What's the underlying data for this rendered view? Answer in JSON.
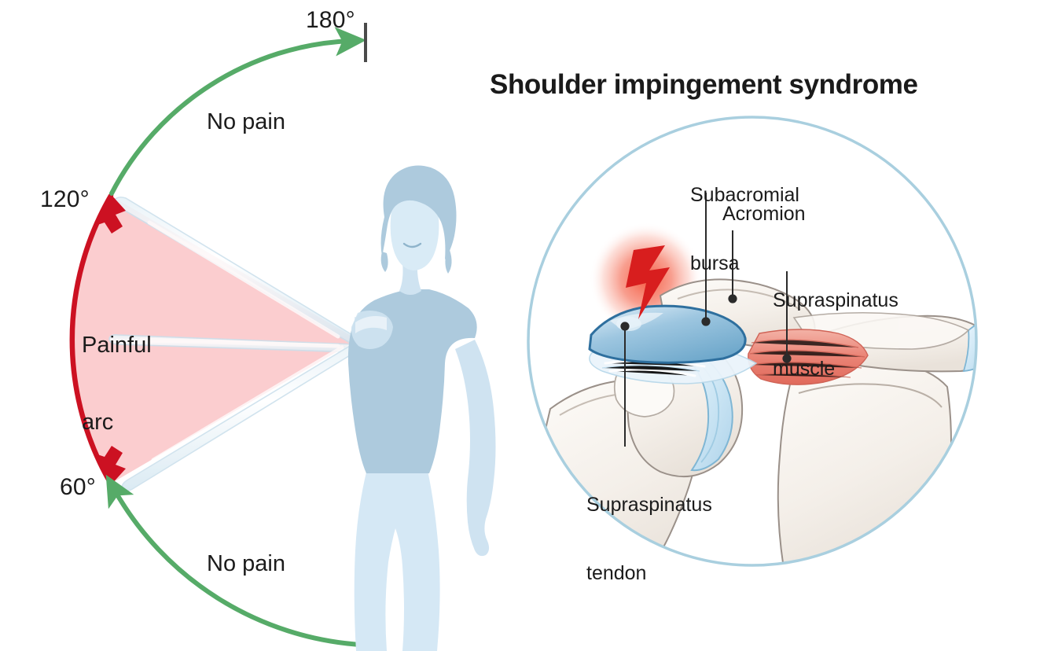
{
  "figure": {
    "title": "Shoulder impingement syndrome",
    "background_color": "#ffffff"
  },
  "arc_diagram": {
    "name": "painful-arc-range-of-motion",
    "degree_marks": [
      {
        "id": "deg-180",
        "label": "180°",
        "angle": 180
      },
      {
        "id": "deg-120",
        "label": "120°",
        "angle": 120
      },
      {
        "id": "deg-60",
        "label": "60°",
        "angle": 60
      }
    ],
    "zones": [
      {
        "id": "upper-no-pain",
        "label": "No pain",
        "range": "120°–180°",
        "color": "#56ab68"
      },
      {
        "id": "painful-arc",
        "label": "Painful\narc",
        "label_line1": "Painful",
        "label_line2": "arc",
        "range": "60°–120°",
        "color": "#cc1122",
        "fill": "#fbc9cb"
      },
      {
        "id": "lower-no-pain",
        "label": "No pain",
        "range": "0°–60°",
        "color": "#56ab68"
      }
    ],
    "colors": {
      "green_arrow": "#56ab68",
      "red_arc": "#cc1122",
      "painful_fill": "#fbc9cb",
      "tick_mark": "#4a4a4a",
      "body_silhouette": "#cfe3f1",
      "body_shirt": "#adcadd",
      "arm_ghost": "#dcebf4"
    }
  },
  "anatomy": {
    "circle_border_color": "#a9cfdf",
    "labels": [
      {
        "id": "subacromial-bursa",
        "line1": "Subacromial",
        "line2": "bursa"
      },
      {
        "id": "acromion",
        "line1": "Acromion",
        "line2": ""
      },
      {
        "id": "supraspinatus-muscle",
        "line1": "Supraspinatus",
        "line2": "muscle"
      },
      {
        "id": "supraspinatus-tendon",
        "line1": "Supraspinatus",
        "line2": "tendon"
      }
    ],
    "colors": {
      "bone": "#f6f2ee",
      "bone_outline": "#8c8279",
      "cartilage": "#cfe6f4",
      "cartilage_outline": "#7fb6d4",
      "bursa": "#b8d9ec",
      "bursa_outline": "#2e6f9e",
      "muscle": "#e8756a",
      "pain_bolt": "#d81e1e",
      "pain_glow": "#f4563c"
    },
    "pain_marker": "lightning-bolt-icon"
  }
}
